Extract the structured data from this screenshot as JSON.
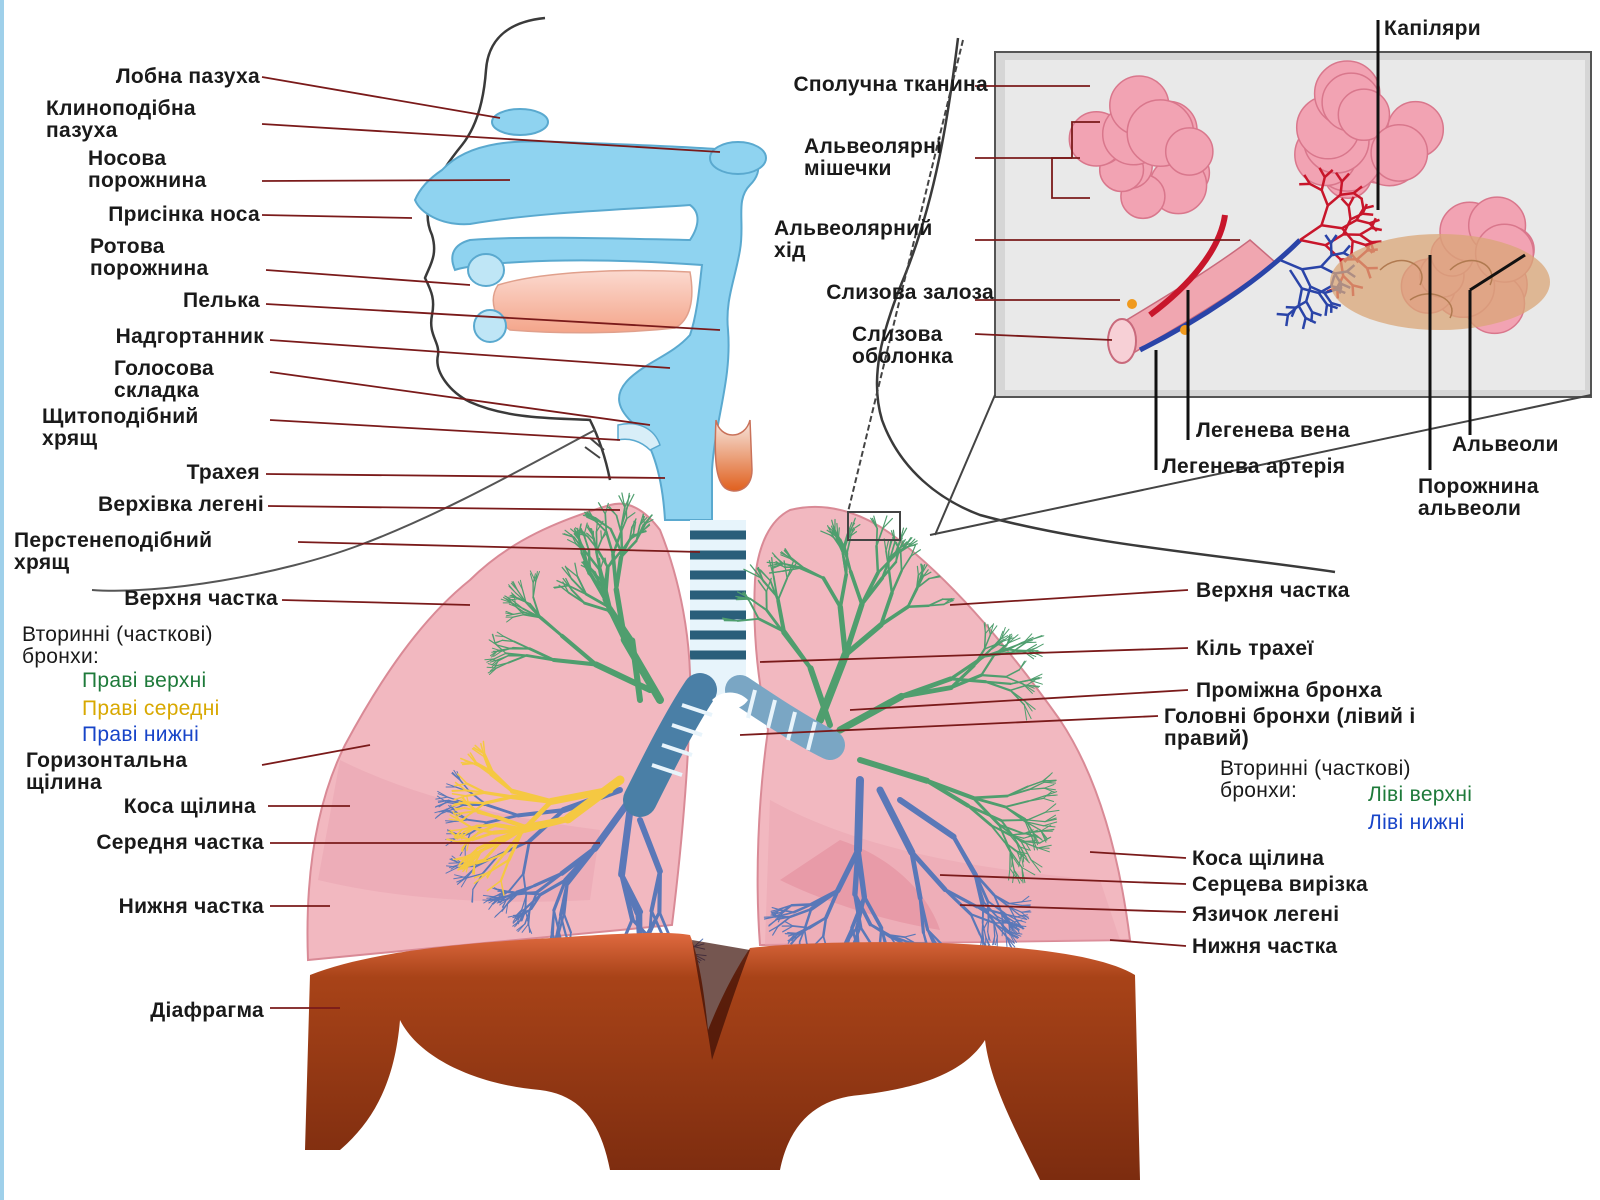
{
  "labels_left": {
    "frontal_sinus": "Лобна пазуха",
    "sphenoid_sinus_1": "Клиноподібна",
    "sphenoid_sinus_2": "пазуха",
    "nasal_cavity_1": "Носова",
    "nasal_cavity_2": "порожнина",
    "nostril": "Присінка носа",
    "oral_cavity_1": "Ротова",
    "oral_cavity_2": "порожнина",
    "pharynx": "Пелька",
    "epiglottis": "Надгортанник",
    "vocal_fold_1": "Голосова",
    "vocal_fold_2": "складка",
    "thyroid_cartilage_1": "Щитоподібний",
    "thyroid_cartilage_2": "хрящ",
    "trachea": "Трахея",
    "lung_apex": "Верхівка легені",
    "cricoid_cartilage_1": "Перстенеподібний",
    "cricoid_cartilage_2": "хрящ",
    "upper_lobe": "Верхня частка",
    "secondary_bronchi_1": "Вторинні (часткові)",
    "secondary_bronchi_2": "бронхи:",
    "right_upper": "Праві верхні",
    "right_middle": "Праві середні",
    "right_lower": "Праві нижні",
    "horizontal_fissure_1": "Горизонтальна",
    "horizontal_fissure_2": "щілина",
    "oblique_fissure": "Коса щілина",
    "middle_lobe": "Середня частка",
    "lower_lobe": "Нижня частка",
    "diaphragm": "Діафрагма"
  },
  "labels_right": {
    "upper_lobe": "Верхня частка",
    "carina": "Кіль трахеї",
    "intermediate_bronchus": "Проміжна бронха",
    "main_bronchi_1": "Головні бронхи (лівий і",
    "main_bronchi_2": "правий)",
    "secondary_bronchi_1": "Вторинні (часткові)",
    "secondary_bronchi_2": "бронхи:",
    "left_upper": "Ліві верхні",
    "left_lower": "Ліві нижні",
    "oblique_fissure": "Коса щілина",
    "cardiac_notch": "Серцева вирізка",
    "lingula": "Язичок легені",
    "lower_lobe": "Нижня частка"
  },
  "labels_inset": {
    "capillaries": "Капіляри",
    "connective_tissue": "Сполучна тканина",
    "alveolar_sacs_1": "Альвеолярні",
    "alveolar_sacs_2": "мішечки",
    "alveolar_duct_1": "Альвеолярний",
    "alveolar_duct_2": "хід",
    "mucous_gland": "Слизова залоза",
    "mucosa_1": "Слизова",
    "mucosa_2": "оболонка",
    "pulmonary_vein": "Легенева вена",
    "pulmonary_artery": "Легенева артерія",
    "alveoli": "Альвеоли",
    "alveolus_cavity_1": "Порожнина",
    "alveolus_cavity_2": "альвеоли"
  },
  "colors": {
    "airway_blue": "#8fd3f0",
    "lung_pink": "#f2b8c0",
    "bronchi_green": "#4f9e6e",
    "bronchi_yellow": "#f5c842",
    "bronchi_blue": "#5a78b8",
    "diaphragm_brown": "#9a3a16",
    "artery_red": "#c8162b",
    "vein_blue": "#2a44a8",
    "label_line": "#7a1a1a"
  }
}
